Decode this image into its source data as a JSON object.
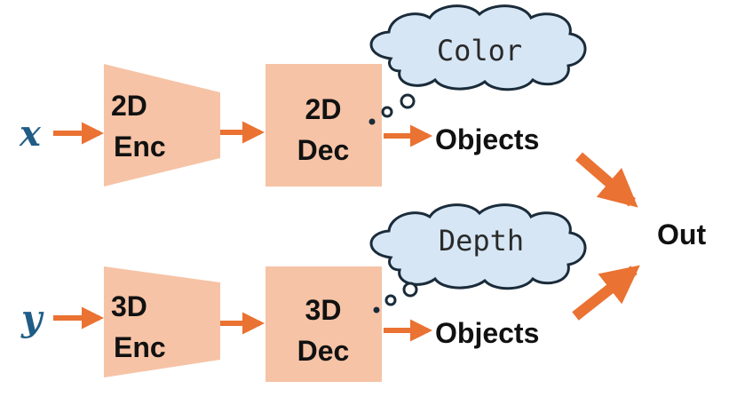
{
  "colors": {
    "block": "#f6c3a6",
    "arrow": "#ea7232",
    "variable": "#1f5c86",
    "cloud_fill": "#d6e6f5",
    "cloud_stroke": "#1a2b3a"
  },
  "inputs": {
    "x": "x",
    "y": "y"
  },
  "row_2d": {
    "encoder": {
      "line1": "2D",
      "line2": "Enc"
    },
    "decoder": {
      "line1": "2D",
      "line2": "Dec"
    },
    "thought": "Color",
    "objects": "Objects"
  },
  "row_3d": {
    "encoder": {
      "line1": "3D",
      "line2": "Enc"
    },
    "decoder": {
      "line1": "3D",
      "line2": "Dec"
    },
    "thought": "Depth",
    "objects": "Objects"
  },
  "output": "Out"
}
